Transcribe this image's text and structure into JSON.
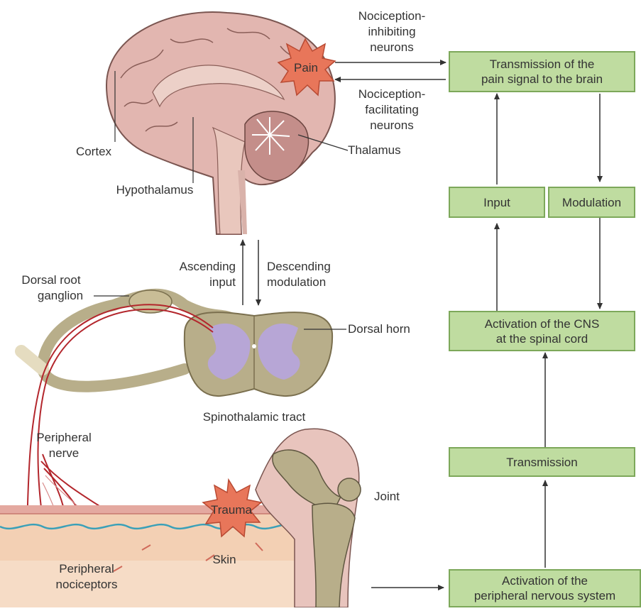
{
  "anatomy_labels": {
    "pain": "Pain",
    "cortex": "Cortex",
    "hypothalamus": "Hypothalamus",
    "thalamus": "Thalamus",
    "nociception_inhibiting": [
      "Nociception-",
      "inhibiting",
      "neurons"
    ],
    "nociception_facilitating": [
      "Nociception-",
      "facilitating",
      "neurons"
    ],
    "ascending_input": [
      "Ascending",
      "input"
    ],
    "descending_modulation": [
      "Descending",
      "modulation"
    ],
    "dorsal_root_ganglion": [
      "Dorsal root",
      "ganglion"
    ],
    "dorsal_horn": "Dorsal horn",
    "spinothalamic_tract": "Spinothalamic tract",
    "peripheral_nerve": [
      "Peripheral",
      "nerve"
    ],
    "trauma": "Trauma",
    "joint": "Joint",
    "skin": "Skin",
    "peripheral_nociceptors": [
      "Peripheral",
      "nociceptors"
    ]
  },
  "flow_boxes": {
    "transmission_brain": "Transmission of the\npain signal to the brain",
    "input": "Input",
    "modulation": "Modulation",
    "activation_cns": "Activation of the CNS\nat the spinal cord",
    "transmission": "Transmission",
    "activation_pns": "Activation of the\nperipheral nervous system"
  },
  "colors": {
    "box_fill": "#bfdca0",
    "box_border": "#7da85a",
    "brain": "#e2b6b0",
    "spinal_cord": "#b8ae8a",
    "dorsal_horn": "#b7a6d6",
    "nerve": "#b3262c",
    "starburst": "#e8765a",
    "skin": "#f3d0b4"
  }
}
